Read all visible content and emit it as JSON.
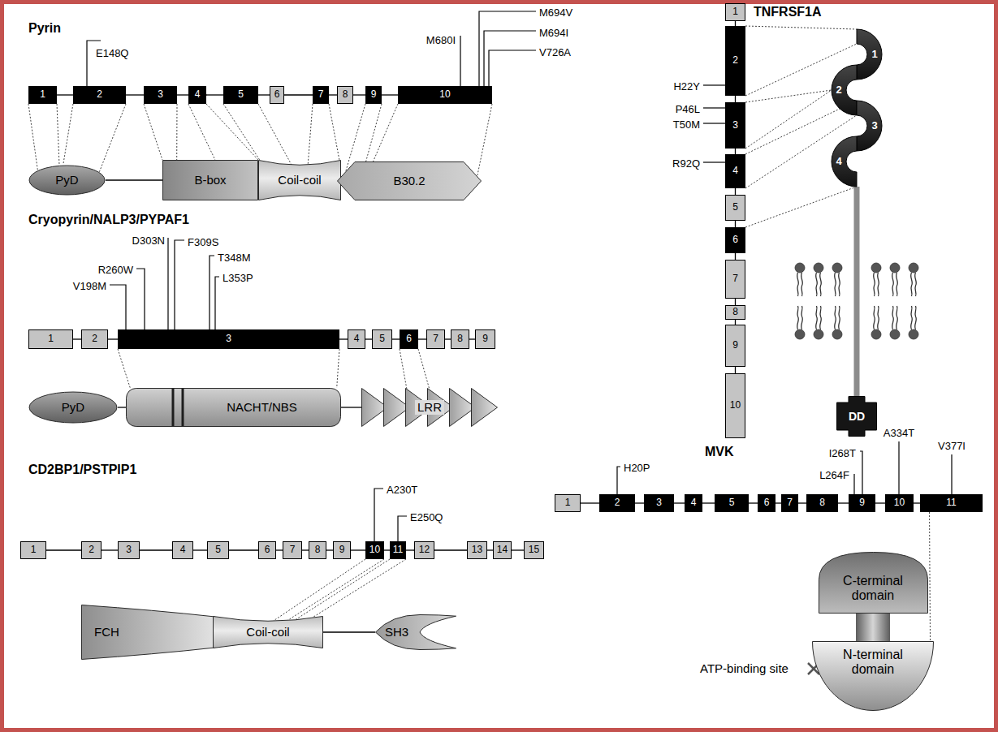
{
  "diagram": {
    "nodes": [
      {
        "text": [
          "1"
        ]
      },
      {
        "text": [
          "2"
        ]
      },
      {
        "text": [
          "3"
        ]
      },
      {
        "text": [
          "4"
        ]
      },
      {
        "text": [
          "5"
        ]
      },
      {
        "text": [
          "6"
        ]
      },
      {
        "text": [
          "7"
        ]
      },
      {
        "text": [
          "8"
        ]
      },
      {
        "text": [
          "9"
        ]
      },
      {
        "text": [
          "10"
        ]
      },
      {
        "text": [
          "PyD"
        ]
      },
      {
        "text": [
          "B-box"
        ]
      },
      {
        "text": [
          "Coil-coil"
        ]
      },
      {
        "text": [
          "B30.2"
        ]
      },
      {
        "text": [
          "1"
        ]
      },
      {
        "text": [
          "2"
        ]
      },
      {
        "text": [
          "3"
        ]
      },
      {
        "text": [
          "4"
        ]
      },
      {
        "text": [
          "5"
        ]
      },
      {
        "text": [
          "6"
        ]
      },
      {
        "text": [
          "7"
        ]
      },
      {
        "text": [
          "8"
        ]
      },
      {
        "text": [
          "9"
        ]
      },
      {
        "text": [
          "PyD"
        ]
      },
      {
        "text": [
          "NACHT/NBS"
        ]
      },
      {
        "text": [
          "LRR"
        ]
      },
      {
        "text": [
          "1"
        ]
      },
      {
        "text": [
          "2"
        ]
      },
      {
        "text": [
          "3"
        ]
      },
      {
        "text": [
          "4"
        ]
      },
      {
        "text": [
          "5"
        ]
      },
      {
        "text": [
          "6"
        ]
      },
      {
        "text": [
          "7"
        ]
      },
      {
        "text": [
          "8"
        ]
      },
      {
        "text": [
          "9"
        ]
      },
      {
        "text": [
          "10"
        ]
      },
      {
        "text": [
          "11"
        ]
      },
      {
        "text": [
          "12"
        ]
      },
      {
        "text": [
          "13"
        ]
      },
      {
        "text": [
          "14"
        ]
      },
      {
        "text": [
          "15"
        ]
      },
      {
        "text": [
          "FCH"
        ]
      },
      {
        "text": [
          "Coil-coil"
        ]
      },
      {
        "text": [
          "SH3"
        ]
      },
      {
        "text": [
          "1"
        ]
      },
      {
        "text": [
          "2"
        ]
      },
      {
        "text": [
          "3"
        ]
      },
      {
        "text": [
          "4"
        ]
      },
      {
        "text": [
          "5"
        ]
      },
      {
        "text": [
          "6"
        ]
      },
      {
        "text": [
          "7"
        ]
      },
      {
        "text": [
          "8"
        ]
      },
      {
        "text": [
          "9"
        ]
      },
      {
        "text": [
          "10"
        ]
      },
      {
        "text": [
          "1"
        ]
      },
      {
        "text": [
          "2"
        ]
      },
      {
        "text": [
          "3"
        ]
      },
      {
        "text": [
          "4"
        ]
      },
      {
        "text": [
          "DD"
        ]
      },
      {
        "text": [
          "1"
        ]
      },
      {
        "text": [
          "2"
        ]
      },
      {
        "text": [
          "3"
        ]
      },
      {
        "text": [
          "4"
        ]
      },
      {
        "text": [
          "5"
        ]
      },
      {
        "text": [
          "6"
        ]
      },
      {
        "text": [
          "7"
        ]
      },
      {
        "text": [
          "8"
        ]
      },
      {
        "text": [
          "9"
        ]
      },
      {
        "text": [
          "10"
        ]
      },
      {
        "text": [
          "11"
        ]
      },
      {
        "text": [
          "C-terminal domain"
        ]
      },
      {
        "text": [
          "N-terminal domain"
        ]
      }
    ],
    "edges": [
      {
        "from": 0,
        "to": 1,
        "arrow": "none"
      },
      {
        "from": 1,
        "to": 2,
        "arrow": "none"
      },
      {
        "from": 2,
        "to": 3,
        "arrow": "none"
      },
      {
        "from": 3,
        "to": 4,
        "arrow": "none"
      },
      {
        "from": 4,
        "to": 5,
        "arrow": "none"
      },
      {
        "from": 5,
        "to": 6,
        "arrow": "none"
      },
      {
        "from": 6,
        "to": 7,
        "arrow": "none"
      },
      {
        "from": 7,
        "to": 8,
        "arrow": "none"
      },
      {
        "from": 8,
        "to": 9,
        "arrow": "none"
      },
      {
        "from": 0,
        "to": 10,
        "arrow": "none"
      },
      {
        "from": 1,
        "to": 10,
        "arrow": "none"
      },
      {
        "from": 2,
        "to": 11,
        "arrow": "none"
      },
      {
        "from": 3,
        "to": 11,
        "arrow": "none"
      },
      {
        "from": 4,
        "to": 12,
        "arrow": "none"
      },
      {
        "from": 6,
        "to": 12,
        "arrow": "none"
      },
      {
        "from": 8,
        "to": 13,
        "arrow": "none"
      },
      {
        "from": 9,
        "to": 13,
        "arrow": "none"
      },
      {
        "from": 10,
        "to": 11,
        "arrow": "none"
      },
      {
        "from": 14,
        "to": 15,
        "arrow": "none"
      },
      {
        "from": 15,
        "to": 16,
        "arrow": "none"
      },
      {
        "from": 16,
        "to": 17,
        "arrow": "none"
      },
      {
        "from": 17,
        "to": 18,
        "arrow": "none"
      },
      {
        "from": 18,
        "to": 19,
        "arrow": "none"
      },
      {
        "from": 19,
        "to": 20,
        "arrow": "none"
      },
      {
        "from": 20,
        "to": 21,
        "arrow": "none"
      },
      {
        "from": 21,
        "to": 22,
        "arrow": "none"
      },
      {
        "from": 16,
        "to": 24,
        "arrow": "none"
      },
      {
        "from": 19,
        "to": 25,
        "arrow": "none"
      },
      {
        "from": 23,
        "to": 24,
        "arrow": "none"
      },
      {
        "from": 24,
        "to": 25,
        "arrow": "none"
      },
      {
        "from": 26,
        "to": 27,
        "arrow": "none"
      },
      {
        "from": 27,
        "to": 28,
        "arrow": "none"
      },
      {
        "from": 28,
        "to": 29,
        "arrow": "none"
      },
      {
        "from": 29,
        "to": 30,
        "arrow": "none"
      },
      {
        "from": 30,
        "to": 31,
        "arrow": "none"
      },
      {
        "from": 31,
        "to": 32,
        "arrow": "none"
      },
      {
        "from": 32,
        "to": 33,
        "arrow": "none"
      },
      {
        "from": 33,
        "to": 34,
        "arrow": "none"
      },
      {
        "from": 34,
        "to": 35,
        "arrow": "none"
      },
      {
        "from": 35,
        "to": 36,
        "arrow": "none"
      },
      {
        "from": 36,
        "to": 37,
        "arrow": "none"
      },
      {
        "from": 37,
        "to": 38,
        "arrow": "none"
      },
      {
        "from": 38,
        "to": 39,
        "arrow": "none"
      },
      {
        "from": 39,
        "to": 40,
        "arrow": "none"
      },
      {
        "from": 35,
        "to": 42,
        "arrow": "none"
      },
      {
        "from": 36,
        "to": 42,
        "arrow": "none"
      },
      {
        "from": 42,
        "to": 43,
        "arrow": "none"
      },
      {
        "from": 44,
        "to": 45,
        "arrow": "none"
      },
      {
        "from": 45,
        "to": 46,
        "arrow": "none"
      },
      {
        "from": 46,
        "to": 47,
        "arrow": "none"
      },
      {
        "from": 47,
        "to": 48,
        "arrow": "none"
      },
      {
        "from": 48,
        "to": 49,
        "arrow": "none"
      },
      {
        "from": 49,
        "to": 50,
        "arrow": "none"
      },
      {
        "from": 50,
        "to": 51,
        "arrow": "none"
      },
      {
        "from": 51,
        "to": 52,
        "arrow": "none"
      },
      {
        "from": 52,
        "to": 53,
        "arrow": "none"
      },
      {
        "from": 45,
        "to": 54,
        "arrow": "none"
      },
      {
        "from": 46,
        "to": 55,
        "arrow": "none"
      },
      {
        "from": 47,
        "to": 56,
        "arrow": "none"
      },
      {
        "from": 49,
        "to": 57,
        "arrow": "none"
      },
      {
        "from": 57,
        "to": 58,
        "arrow": "none"
      },
      {
        "from": 59,
        "to": 60,
        "arrow": "none"
      },
      {
        "from": 60,
        "to": 61,
        "arrow": "none"
      },
      {
        "from": 61,
        "to": 62,
        "arrow": "none"
      },
      {
        "from": 62,
        "to": 63,
        "arrow": "none"
      },
      {
        "from": 63,
        "to": 64,
        "arrow": "none"
      },
      {
        "from": 64,
        "to": 65,
        "arrow": "none"
      },
      {
        "from": 65,
        "to": 66,
        "arrow": "none"
      },
      {
        "from": 66,
        "to": 67,
        "arrow": "none"
      },
      {
        "from": 67,
        "to": 68,
        "arrow": "none"
      },
      {
        "from": 68,
        "to": 69,
        "arrow": "none"
      },
      {
        "from": 69,
        "to": 71,
        "arrow": "none"
      },
      {
        "from": 70,
        "to": 71,
        "arrow": "none"
      }
    ],
    "labels": [
      "Pyrin",
      "E148Q",
      "M680I",
      "M694V",
      "M694I",
      "V726A",
      "Cryopyrin/NALP3/PYPAF1",
      "D303N",
      "F309S",
      "R260W",
      "T348M",
      "V198M",
      "L353P",
      "CD2BP1/PSTPIP1",
      "A230T",
      "E250Q",
      "TNFRSF1A",
      "H22Y",
      "P46L",
      "T50M",
      "R92Q",
      "MVK",
      "I268T",
      "A334T",
      "V377I",
      "L264F",
      "H20P",
      "ATP-binding site"
    ]
  }
}
